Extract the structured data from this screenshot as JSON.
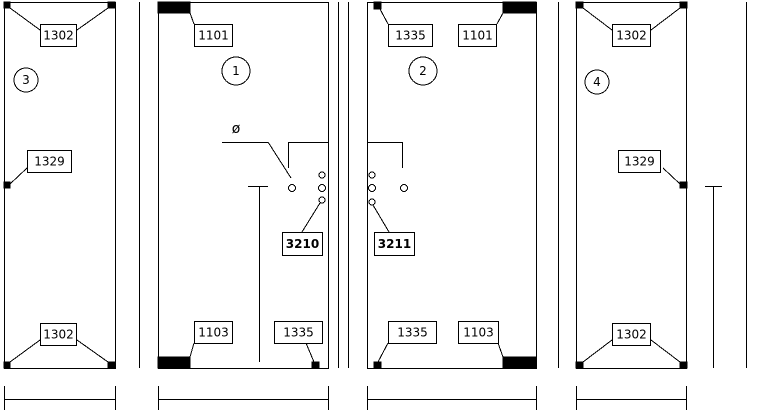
{
  "panels": [
    {
      "id": "3",
      "labels": {
        "top": "1302",
        "middle": "1329",
        "bottom": "1302"
      }
    },
    {
      "id": "1",
      "labels": {
        "top": "1101",
        "bottom_left": "1103",
        "bottom_right": "1335",
        "hardware": "3210"
      },
      "symbol": "ø"
    },
    {
      "id": "2",
      "labels": {
        "top_left": "1335",
        "top_right": "1101",
        "bottom_left": "1335",
        "bottom_right": "1103",
        "hardware": "3211"
      }
    },
    {
      "id": "4",
      "labels": {
        "top": "1302",
        "middle": "1329",
        "bottom": "1302"
      }
    }
  ],
  "colors": {
    "line": "#000000",
    "background": "#ffffff"
  }
}
